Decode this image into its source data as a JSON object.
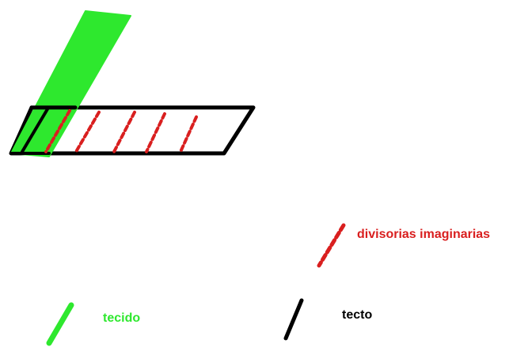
{
  "diagram": {
    "colors": {
      "tecido": "#2ee82e",
      "tecto": "#000000",
      "divisorias": "#d91f1f"
    }
  },
  "legend": {
    "divisorias": {
      "label": "divisorias imaginarias",
      "color": "#d91f1f"
    },
    "tecido": {
      "label": "tecido",
      "color": "#2ee82e"
    },
    "tecto": {
      "label": "tecto",
      "color": "#000000"
    }
  }
}
